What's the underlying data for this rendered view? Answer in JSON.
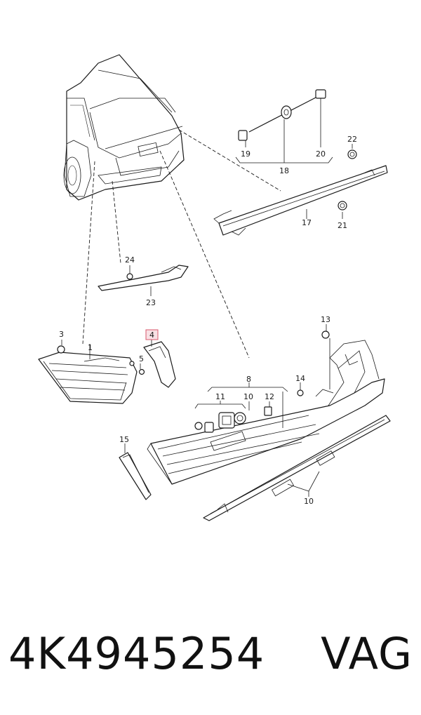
{
  "diagram": {
    "callouts": {
      "c1": "1",
      "c3": "3",
      "c4": "4",
      "c5": "5",
      "c8": "8",
      "c10a": "10",
      "c10b": "10",
      "c11": "11",
      "c12": "12",
      "c13": "13",
      "c14": "14",
      "c15": "15",
      "c17": "17",
      "c18": "18",
      "c19": "19",
      "c20": "20",
      "c21": "21",
      "c22": "22",
      "c23": "23",
      "c24": "24"
    },
    "highlight_color": "#d8586c"
  },
  "footer": {
    "part_number": "4K4945254",
    "brand": "VAG"
  }
}
